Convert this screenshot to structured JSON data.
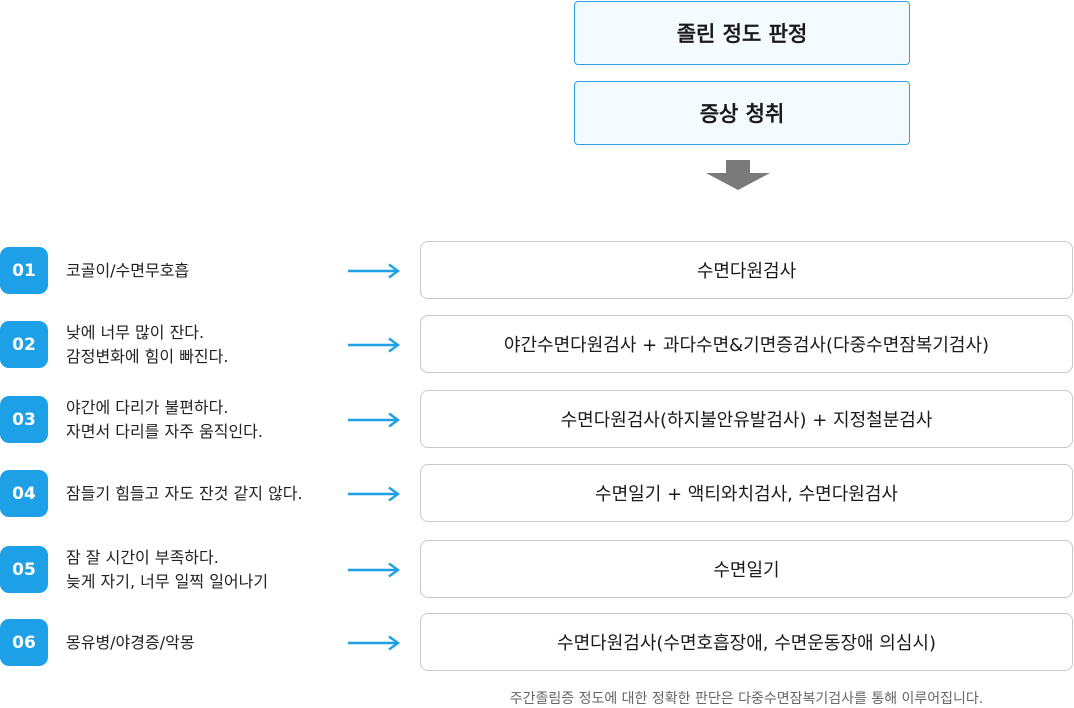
{
  "header": {
    "box1": "졸린 정도 판정",
    "box2": "증상 청취"
  },
  "rows": [
    {
      "number": "01",
      "symptom_lines": [
        "코골이/수면무호흡"
      ],
      "test": "수면다원검사"
    },
    {
      "number": "02",
      "symptom_lines": [
        "낮에 너무 많이 잔다.",
        "감정변화에 힘이 빠진다."
      ],
      "test": "야간수면다원검사 + 과다수면&기면증검사(다중수면잠복기검사)"
    },
    {
      "number": "03",
      "symptom_lines": [
        "야간에 다리가 불편하다.",
        "자면서 다리를 자주 움직인다."
      ],
      "test": "수면다원검사(하지불안유발검사) + 지정철분검사"
    },
    {
      "number": "04",
      "symptom_lines": [
        "잠들기 힘들고 자도 잔것 같지 않다."
      ],
      "test": "수면일기 + 액티와치검사, 수면다원검사"
    },
    {
      "number": "05",
      "symptom_lines": [
        "잠 잘 시간이 부족하다.",
        "늦게 자기, 너무 일찍 일어나기"
      ],
      "test": "수면일기"
    },
    {
      "number": "06",
      "symptom_lines": [
        "몽유병/야경증/악몽"
      ],
      "test": "수면다원검사(수면호흡장애, 수면운동장애 의심시)"
    }
  ],
  "footnote": "주간졸림증 정도에 대한 정확한 판단은 다중수면잠복기검사를 통해 이루어집니다.",
  "colors": {
    "accent": "#1ea0e6",
    "box_border": "#2f9fe0",
    "box_fill": "#f3fbff",
    "down_arrow": "#7a7a7a",
    "test_border": "#c8c8c8"
  }
}
